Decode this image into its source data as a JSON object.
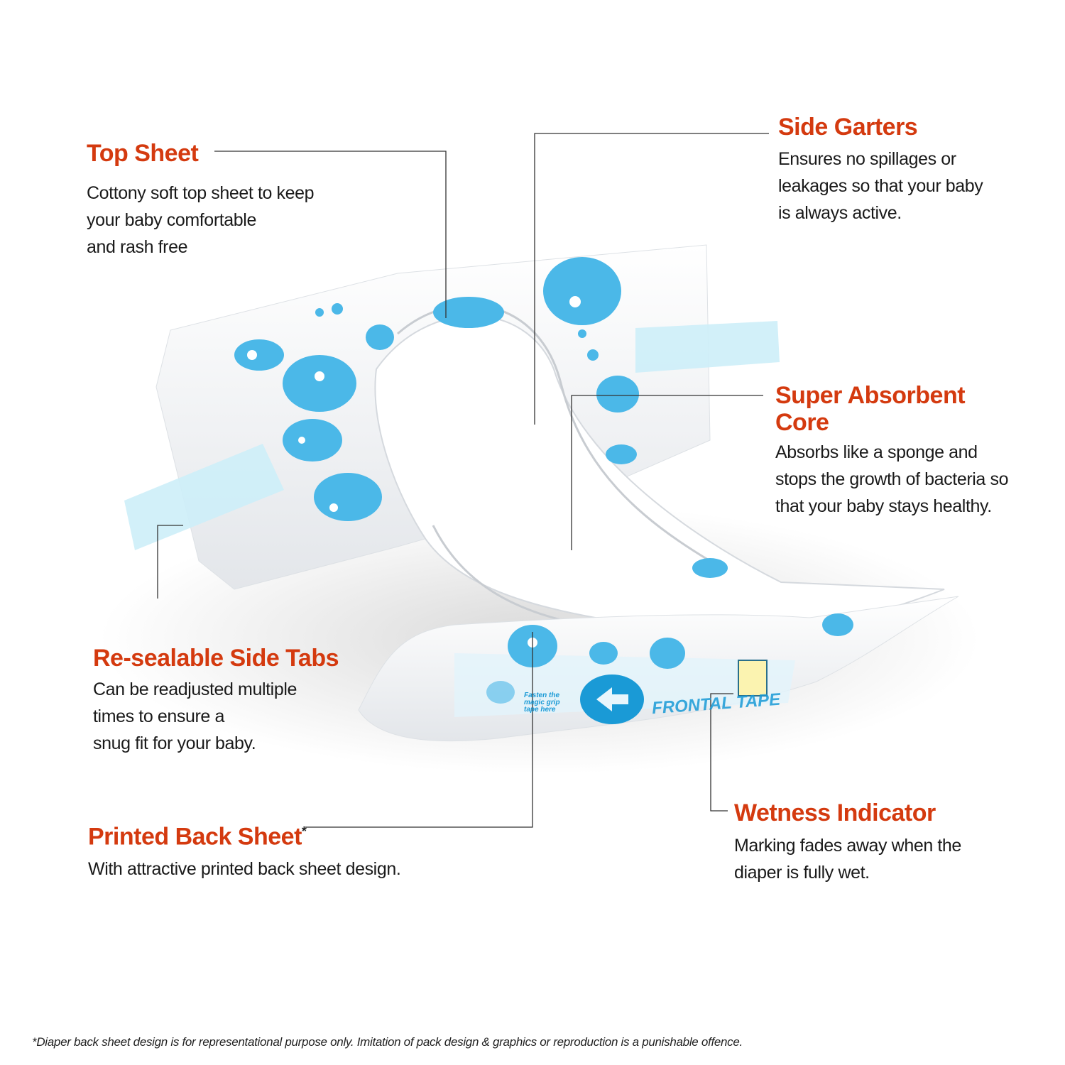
{
  "callouts": {
    "top_sheet": {
      "title": "Top Sheet",
      "lines": [
        "Cottony soft top sheet to keep",
        "your baby comfortable",
        "and rash free"
      ]
    },
    "side_garters": {
      "title": "Side Garters",
      "lines": [
        "Ensures no spillages or",
        "leakages so that your baby",
        "is always active."
      ]
    },
    "absorbent_core": {
      "title_lines": [
        "Super Absorbent",
        "Core"
      ],
      "lines": [
        "Absorbs like a sponge and",
        "stops the growth of bacteria so",
        "that your baby stays healthy."
      ]
    },
    "side_tabs": {
      "title": "Re-sealable Side Tabs",
      "lines": [
        "Can be readjusted multiple",
        "times to ensure a",
        "snug fit for your baby."
      ]
    },
    "back_sheet": {
      "title": "Printed Back Sheet",
      "asterisk": "*",
      "lines": [
        "With attractive printed back sheet design."
      ]
    },
    "wetness": {
      "title": "Wetness Indicator",
      "lines": [
        "Marking fades away when the",
        "diaper is fully wet."
      ]
    }
  },
  "diaper_print": {
    "tape_hint": [
      "Fasten the",
      "magic grip",
      "tape here"
    ],
    "frontal_tape": "FRONTAL TAPE"
  },
  "footnote": "*Diaper back sheet design is for representational purpose only. Imitation of pack design & graphics or reproduction is a punishable offence.",
  "colors": {
    "title": "#d43a0f",
    "print_blue": "#4bb8e8",
    "tape": "#cdeef8"
  }
}
